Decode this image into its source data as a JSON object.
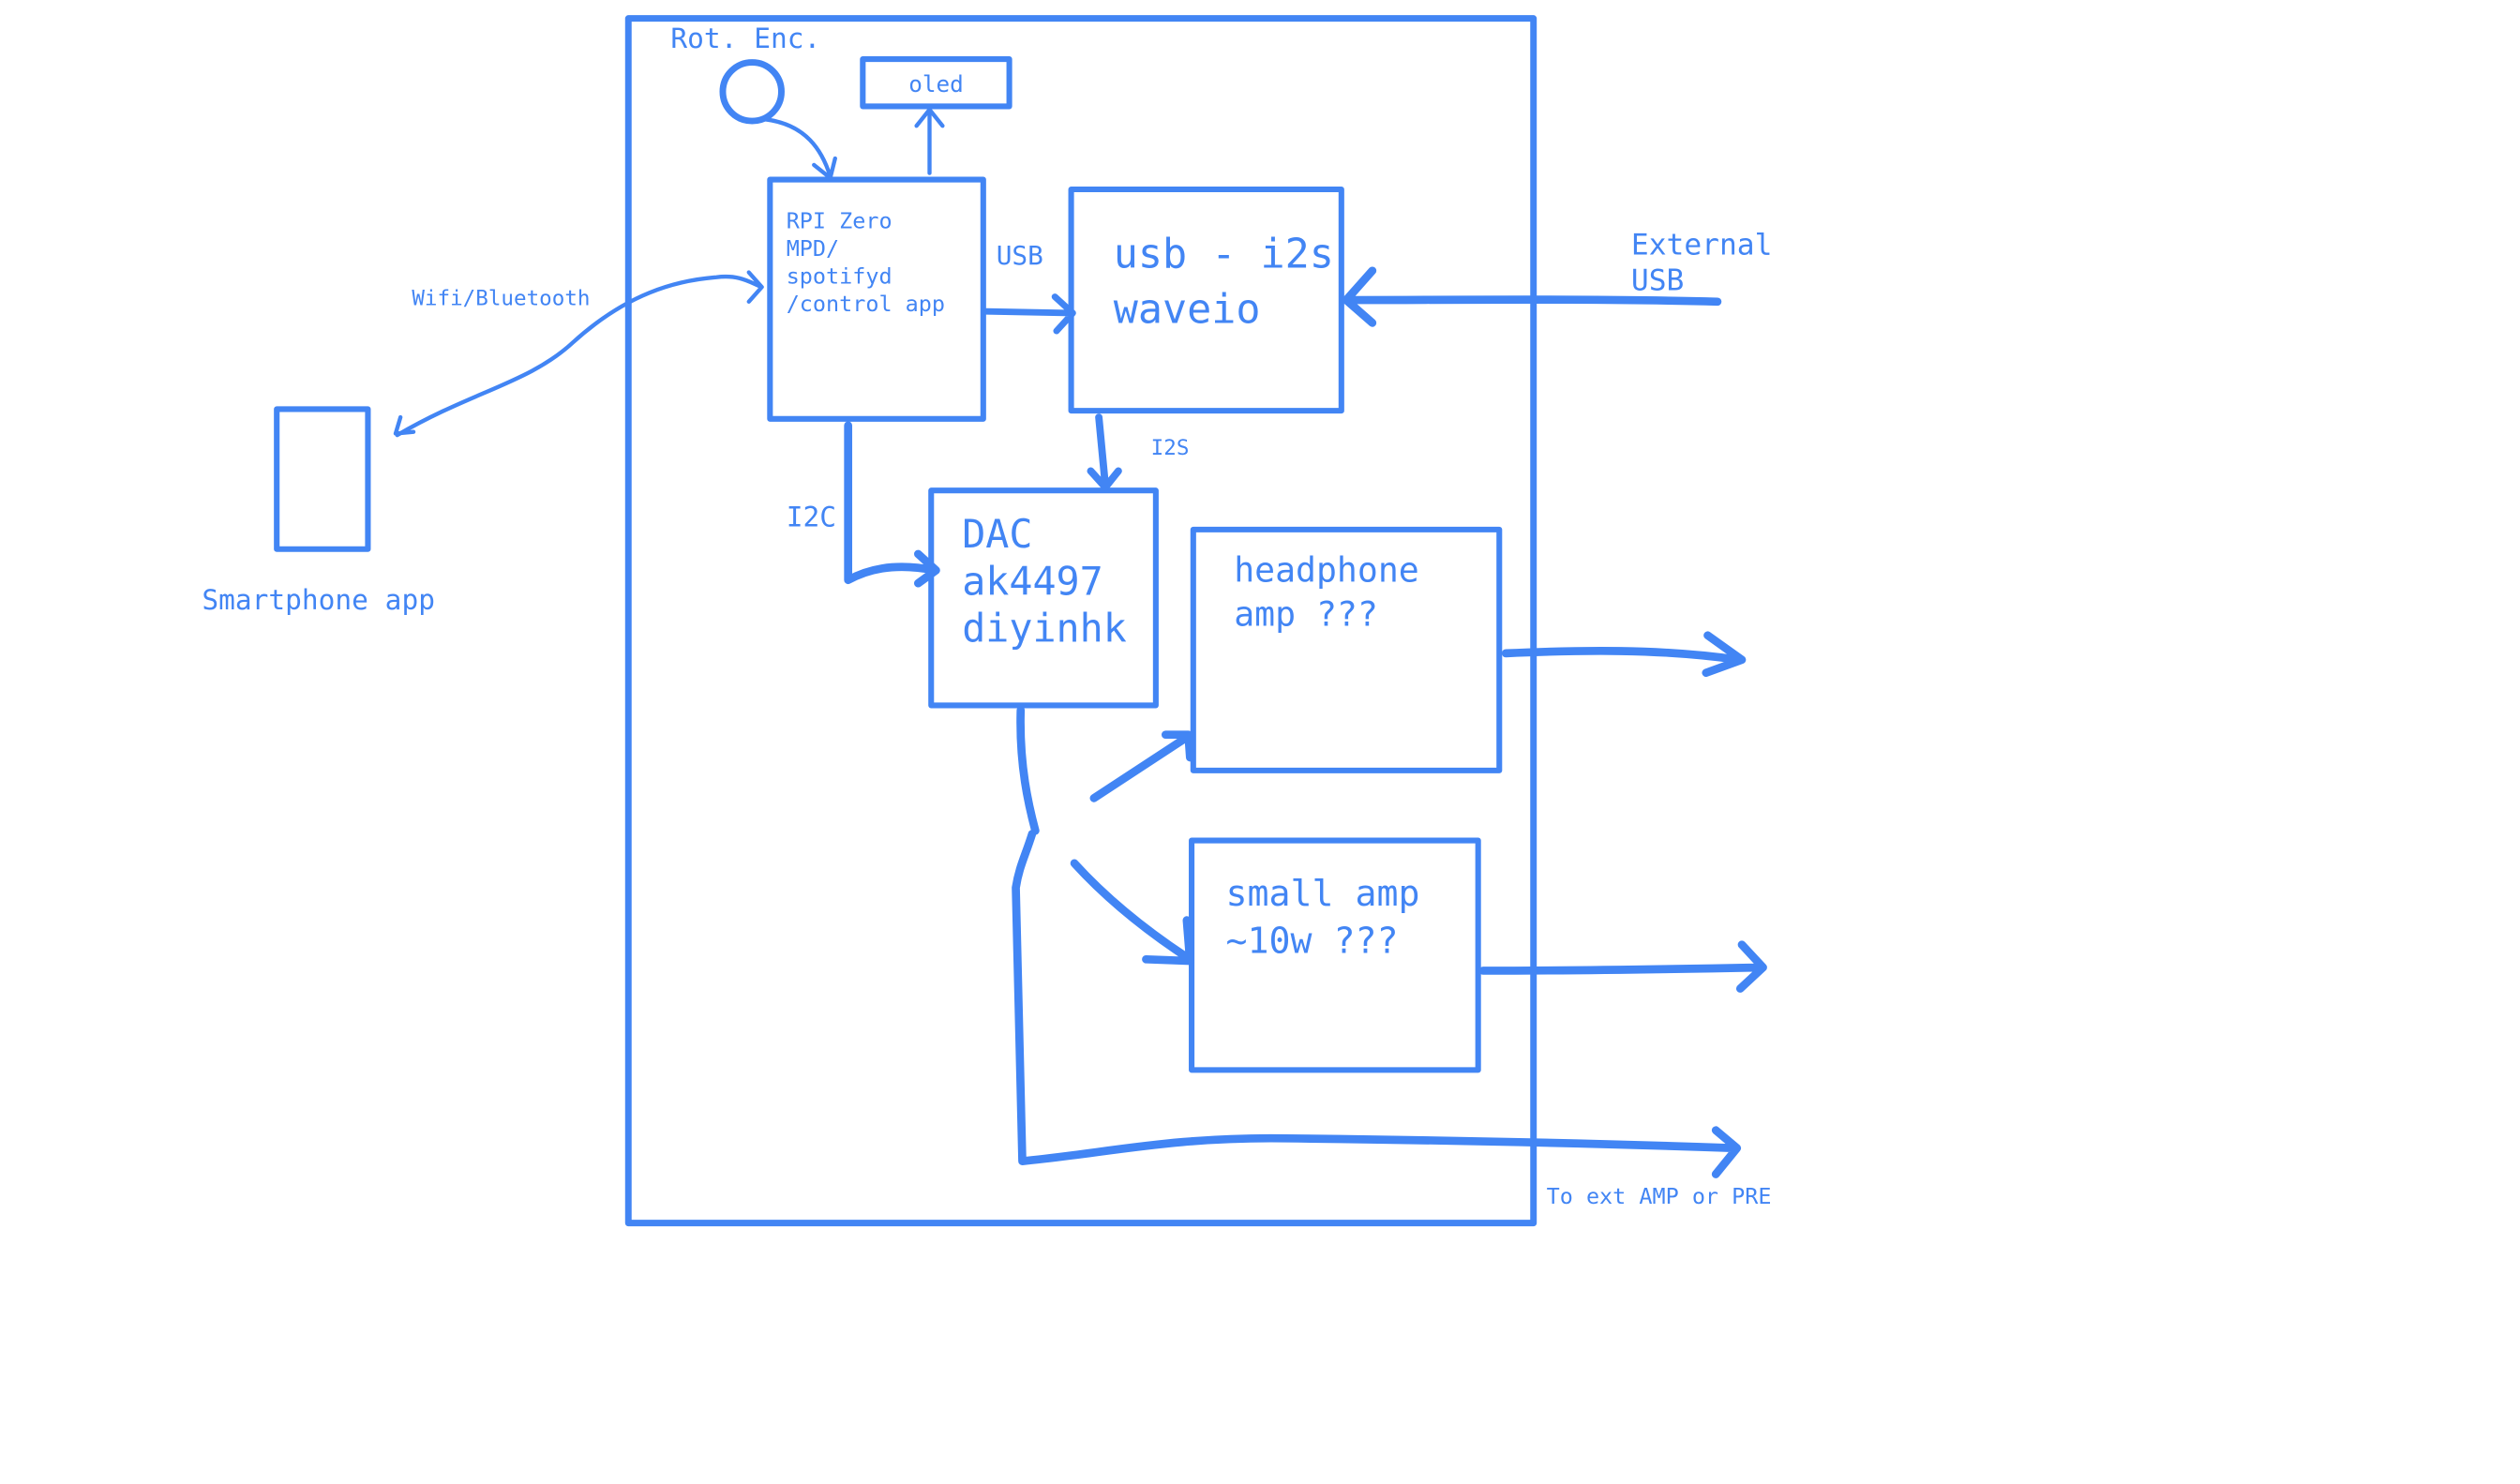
{
  "diagram": {
    "accent_color": "#4285f4",
    "background_color": "#ffffff",
    "nodes": {
      "rot_enc": {
        "label": "Rot. Enc."
      },
      "oled": {
        "label": "oled"
      },
      "rpi": {
        "lines": [
          "RPI Zero",
          "MPD/",
          "spotifyd",
          "/control app"
        ]
      },
      "usb_i2s": {
        "lines": [
          "usb - i2s",
          "waveio"
        ]
      },
      "dac": {
        "lines": [
          "DAC",
          "ak4497",
          "diyinhk"
        ]
      },
      "headphone_amp": {
        "lines": [
          "headphone",
          "amp ???"
        ]
      },
      "small_amp": {
        "lines": [
          "small amp",
          "~10w ???"
        ]
      },
      "smartphone": {
        "label": "Smartphone app"
      }
    },
    "edge_labels": {
      "wifi_bluetooth": "Wifi/Bluetooth",
      "usb": "USB",
      "i2s": "I2S",
      "i2c": "I2C",
      "external_usb": [
        "External",
        "USB"
      ],
      "to_ext": "To ext AMP or PRE"
    }
  }
}
